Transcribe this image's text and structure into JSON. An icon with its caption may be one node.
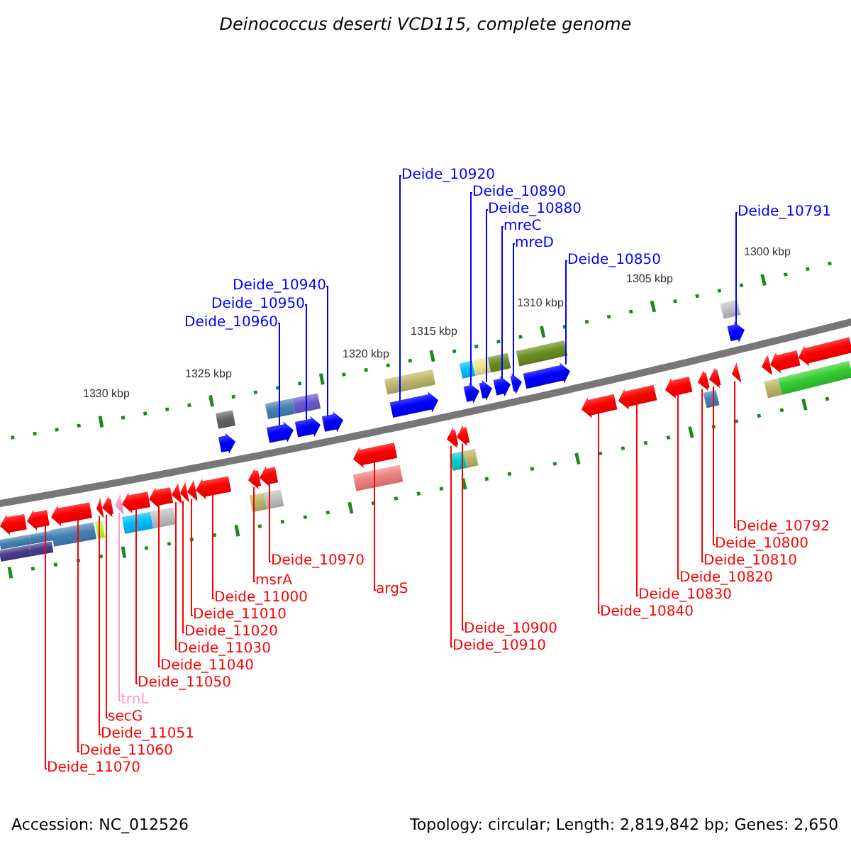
{
  "diagram": {
    "title": "Deinococcus deserti VCD115, complete genome",
    "nodes": [
      {
        "text": [
          "Deide_10960"
        ]
      },
      {
        "text": [
          "Deide_10950"
        ]
      },
      {
        "text": [
          "Deide_10940"
        ]
      },
      {
        "text": [
          "Deide_10920"
        ]
      },
      {
        "text": [
          "Deide_10890"
        ]
      },
      {
        "text": [
          "Deide_10880"
        ]
      },
      {
        "text": [
          "mreC"
        ]
      },
      {
        "text": [
          "mreD"
        ]
      },
      {
        "text": [
          "Deide_10850"
        ]
      },
      {
        "text": [
          "Deide_10791"
        ]
      },
      {
        "text": [
          "Deide_11070"
        ]
      },
      {
        "text": [
          "Deide_11060"
        ]
      },
      {
        "text": [
          "secG"
        ]
      },
      {
        "text": [
          "Deide_11051"
        ]
      },
      {
        "text": [
          "trnL"
        ]
      },
      {
        "text": [
          "Deide_11050"
        ]
      },
      {
        "text": [
          "Deide_11040"
        ]
      },
      {
        "text": [
          "Deide_11030"
        ]
      },
      {
        "text": [
          "Deide_11020"
        ]
      },
      {
        "text": [
          "Deide_11010"
        ]
      },
      {
        "text": [
          "Deide_11000"
        ]
      },
      {
        "text": [
          "msrA"
        ]
      },
      {
        "text": [
          "Deide_10970"
        ]
      },
      {
        "text": [
          "argS"
        ]
      },
      {
        "text": [
          "Deide_10910"
        ]
      },
      {
        "text": [
          "Deide_10900"
        ]
      },
      {
        "text": [
          "Deide_10840"
        ]
      },
      {
        "text": [
          "Deide_10830"
        ]
      },
      {
        "text": [
          "Deide_10820"
        ]
      },
      {
        "text": [
          "Deide_10810"
        ]
      },
      {
        "text": [
          "Deide_10800"
        ]
      },
      {
        "text": [
          "Deide_10792"
        ]
      },
      {
        "text": [],
        "shape": "arrow"
      },
      {
        "text": [],
        "shape": "arrow"
      },
      {
        "text": [],
        "shape": "arrow"
      },
      {
        "text": [],
        "shape": "arrow"
      },
      {
        "text": [],
        "shape": "arrow"
      },
      {
        "text": [],
        "shape": "arrow"
      },
      {
        "text": [],
        "shape": "arrow"
      },
      {
        "text": [],
        "shape": "arrow"
      },
      {
        "text": [],
        "shape": "arrow"
      },
      {
        "text": [],
        "shape": "arrow"
      },
      {
        "text": [],
        "shape": "arrow"
      },
      {
        "text": [],
        "shape": "arrow"
      },
      {
        "text": [],
        "shape": "arrow"
      },
      {
        "text": [],
        "shape": "arrow"
      },
      {
        "text": [],
        "shape": "arrow"
      },
      {
        "text": [],
        "shape": "arrow"
      },
      {
        "text": [],
        "shape": "arrow"
      },
      {
        "text": [],
        "shape": "arrow"
      },
      {
        "text": [],
        "shape": "arrow"
      },
      {
        "text": [],
        "shape": "arrow"
      },
      {
        "text": [],
        "shape": "arrow"
      },
      {
        "text": [],
        "shape": "arrow"
      },
      {
        "text": [],
        "shape": "arrow"
      },
      {
        "text": [],
        "shape": "arrow"
      },
      {
        "text": [],
        "shape": "arrow"
      },
      {
        "text": [],
        "shape": "arrow"
      },
      {
        "text": [],
        "shape": "arrow"
      },
      {
        "text": [],
        "shape": "arrow"
      },
      {
        "text": [],
        "shape": "arrow"
      },
      {
        "text": [],
        "shape": "arrow"
      },
      {
        "text": [],
        "shape": "arrow"
      },
      {
        "text": [],
        "shape": "arrow"
      },
      {
        "text": [],
        "shape": "arrow"
      },
      {
        "text": [],
        "shape": "arrow"
      },
      {
        "text": [],
        "shape": "arrow"
      },
      {
        "text": [],
        "shape": "arrow"
      },
      {
        "text": [],
        "shape": "arrow"
      }
    ],
    "edges": [
      {
        "from": 0,
        "to": 45,
        "arrow": "none",
        "color": "#0000ff"
      },
      {
        "from": 1,
        "to": 46,
        "arrow": "none",
        "color": "#0000ff"
      },
      {
        "from": 2,
        "to": 47,
        "arrow": "none",
        "color": "#0000ff"
      },
      {
        "from": 3,
        "to": 49,
        "arrow": "none",
        "color": "#0000ff"
      },
      {
        "from": 4,
        "to": 52,
        "arrow": "none",
        "color": "#0000ff"
      },
      {
        "from": 5,
        "to": 53,
        "arrow": "none",
        "color": "#0000ff"
      },
      {
        "from": 6,
        "to": 54,
        "arrow": "none",
        "color": "#0000ff"
      },
      {
        "from": 7,
        "to": 55,
        "arrow": "none",
        "color": "#0000ff"
      },
      {
        "from": 8,
        "to": 56,
        "arrow": "none",
        "color": "#0000ff"
      },
      {
        "from": 9,
        "to": 62,
        "arrow": "none",
        "color": "#0000ff"
      },
      {
        "from": 10,
        "to": 32,
        "arrow": "none"
      },
      {
        "from": 11,
        "to": 33,
        "arrow": "none"
      },
      {
        "from": 12,
        "to": 35,
        "arrow": "none"
      },
      {
        "from": 13,
        "to": 34,
        "arrow": "none"
      },
      {
        "from": 14,
        "to": 36,
        "arrow": "none",
        "color": "#ff99cc"
      },
      {
        "from": 15,
        "to": 37,
        "arrow": "none"
      },
      {
        "from": 16,
        "to": 38,
        "arrow": "none"
      },
      {
        "from": 17,
        "to": 39,
        "arrow": "none"
      },
      {
        "from": 18,
        "to": 40,
        "arrow": "none"
      },
      {
        "from": 19,
        "to": 41,
        "arrow": "none"
      },
      {
        "from": 20,
        "to": 42,
        "arrow": "none"
      },
      {
        "from": 21,
        "to": 43,
        "arrow": "none"
      },
      {
        "from": 22,
        "to": 44,
        "arrow": "none"
      },
      {
        "from": 23,
        "to": 48,
        "arrow": "none"
      },
      {
        "from": 24,
        "to": 50,
        "arrow": "none"
      },
      {
        "from": 25,
        "to": 51,
        "arrow": "none"
      },
      {
        "from": 26,
        "to": 57,
        "arrow": "none"
      },
      {
        "from": 27,
        "to": 58,
        "arrow": "none"
      },
      {
        "from": 28,
        "to": 59,
        "arrow": "none"
      },
      {
        "from": 29,
        "to": 60,
        "arrow": "none"
      },
      {
        "from": 30,
        "to": 61,
        "arrow": "none"
      },
      {
        "from": 31,
        "to": 63,
        "arrow": "none"
      }
    ],
    "labels": [
      "1300 kbp",
      "1305 kbp",
      "1310 kbp",
      "1315 kbp",
      "1320 kbp",
      "1325 kbp",
      "1330 kbp",
      "Accession: NC_012526",
      "Topology: circular; Length: 2,819,842 bp; Genes: 2,650"
    ]
  }
}
